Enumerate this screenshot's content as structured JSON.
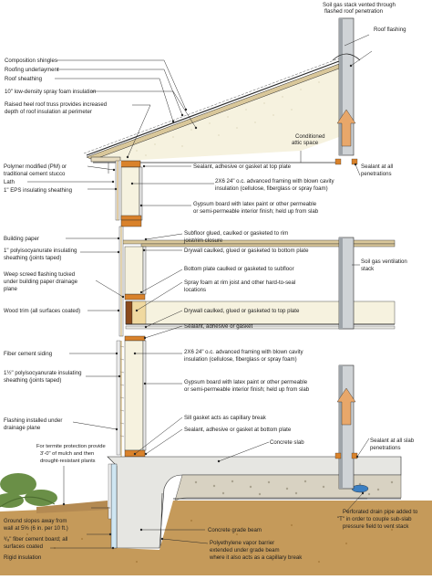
{
  "labels": {
    "soil_gas_stack_vented": [
      "Soil gas stack vented through",
      "flashed roof penetration"
    ],
    "roof_flashing": "Roof flashing",
    "composition_shingles": "Composition shingles",
    "roofing_underlayment": "Roofing underlayment",
    "roof_sheathing": "Roof sheathing",
    "spray_foam_insulation": "10\" low-density spray foam insulation",
    "raised_heel_truss": [
      "Raised heel roof truss provides increased",
      "depth of roof insulation at perimeter"
    ],
    "conditioned_attic": [
      "Conditioned",
      "attic space"
    ],
    "sealant_top_plate_1": "Sealant, adhesive or gasket at top plate",
    "sealant_all_penetrations": [
      "Sealant at all",
      "penetrations"
    ],
    "polymer_stucco": [
      "Polymer modified (PM) or",
      "traditional cement stucco"
    ],
    "lath": "Lath",
    "eps_sheathing": "1\" EPS insulating sheathing",
    "advanced_framing_1": [
      "2X6 24\" o.c. advanced framing with blown cavity",
      "insulation (cellulose, fiberglass or spray foam)"
    ],
    "gypsum_board_1": [
      "Gypsum board with latex paint or other permeable",
      "or semi-permeable interior finish; held up from slab"
    ],
    "building_paper": "Building paper",
    "polyiso_sheathing_1": [
      "1\" polyisocyanurate insulating",
      "sheathing (joints taped)"
    ],
    "subfloor_glued": [
      "Subfloor glued, caulked or gasketed to rim",
      "joist/rim closure"
    ],
    "drywall_bottom_plate": "Drywall caulked, glued or gasketed to bottom plate",
    "soil_gas_ventilation_stack": [
      "Soil gas ventilation",
      "stack"
    ],
    "bottom_plate_subfloor": "Bottom plate caulked or gasketed to subfloor",
    "weep_screed": [
      "Weep screed flashing tucked",
      "under building paper drainage",
      "plane"
    ],
    "spray_foam_rim_joist": [
      "Spray foam at rim joist and other hard-to-seal",
      "locations"
    ],
    "wood_trim": "Wood trim (all surfaces coated)",
    "drywall_top_plate": "Drywall caulked, glued or gasketed to top plate",
    "sealant_adhesive_gasket": "Sealant, adhesive or gasket",
    "fiber_cement_siding": "Fiber cement siding",
    "advanced_framing_2": [
      "2X6 24\" o.c. advanced framing with blown cavity",
      "insulation (cellulose, fiberglass or spray foam)"
    ],
    "polyiso_sheathing_2": [
      "1½\" polyisocyanurate insulating",
      "sheathing (joints taped)"
    ],
    "gypsum_board_2": [
      "Gypsum board with latex paint or other permeable",
      "or semi-permeable interior finish; held up from slab"
    ],
    "flashing_under_drainage": [
      "Flashing installed under",
      "drainage plane"
    ],
    "sill_gasket": "Sill gasket acts as capillary break",
    "sealant_bottom_plate": "Sealant, adhesive or gasket at bottom plate",
    "sealant_slab_penetrations": [
      "Sealant at all slab",
      "penetrations"
    ],
    "concrete_slab": "Concrete slab",
    "termite_protection": [
      "For termite protection provide",
      "3'-0\" of mulch and then",
      "drought-resistant plants"
    ],
    "ground_slopes": [
      "Ground slopes away from",
      "wall at 5% (6 in. per 10 ft.)"
    ],
    "fiber_cement_board": [
      "³/₈\" fiber cement board; all",
      "surfaces coated"
    ],
    "rigid_insulation": "Rigid insulation",
    "concrete_grade_beam": "Concrete grade beam",
    "polyethylene_vapor_barrier": [
      "Polyethylene vapor barrier",
      "extended under grade beam",
      "where it also acts as a capillary break"
    ],
    "perforated_drain_pipe": [
      "Perforated drain pipe added to",
      "\"T\" in order to couple sub-slab",
      "pressure field to vent stack"
    ]
  },
  "colors": {
    "line": "#2a2a2a",
    "stack_fill": "#cfd3d6",
    "stack_shadow": "#9ea4a9",
    "attic_insulation": "#f6f2df",
    "roof_deck": "#d9c79a",
    "framing_orange": "#d9822b",
    "framing_dark": "#8b4a1c",
    "gravel": "#d8d2c2",
    "concrete": "#e6e6e2",
    "soil": "#c59a5a",
    "soil_dark": "#a97d3e",
    "arrow": "#e8a76a",
    "rigid_insulation": "#cfe6f2",
    "drain_pipe": "#3b7fc2",
    "plants": "#6a8f47"
  },
  "icons": {
    "air_flow_arrow": "upward-arrow-icon",
    "shrub": "plant-icon"
  }
}
